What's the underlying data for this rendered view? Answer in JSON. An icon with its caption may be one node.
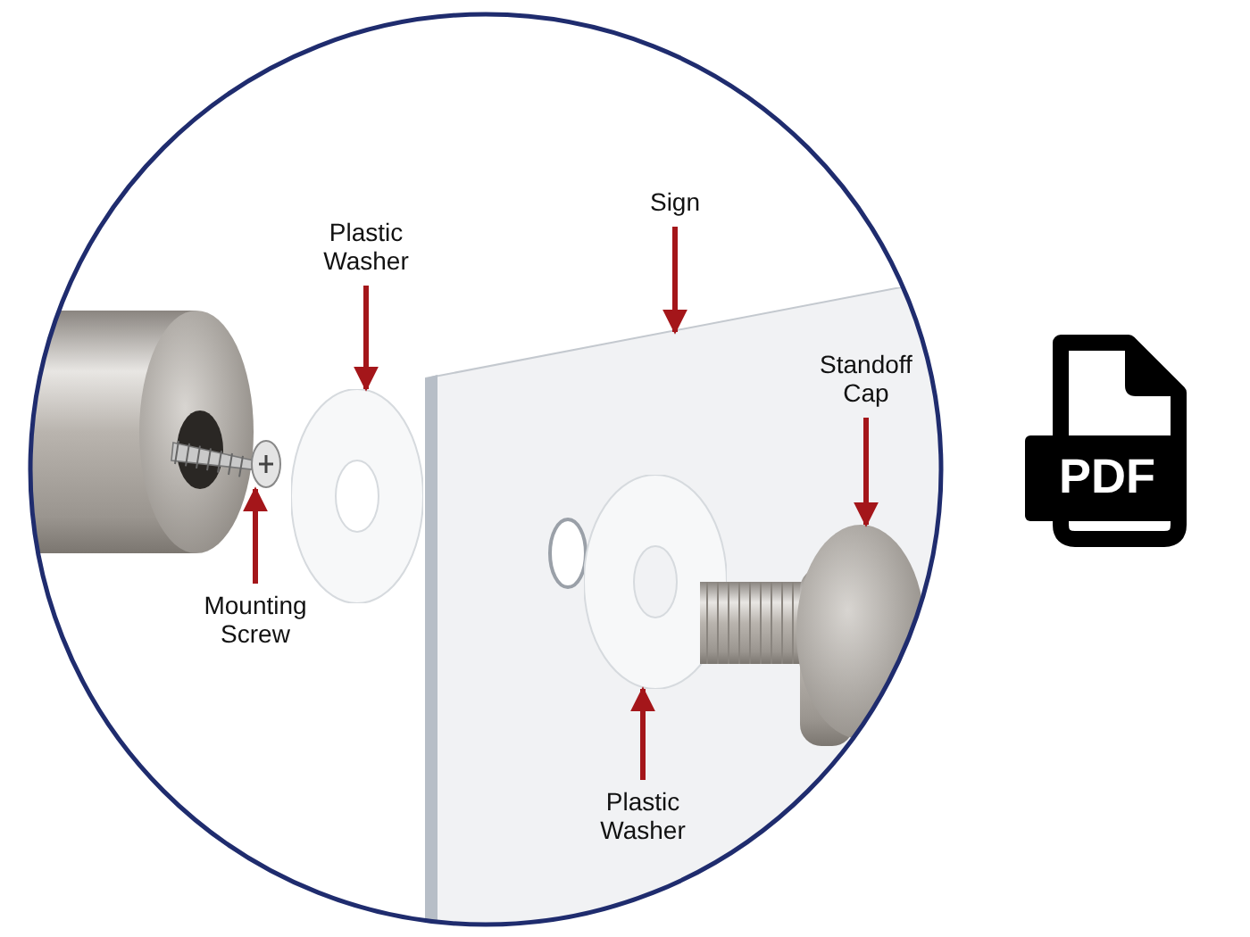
{
  "diagram": {
    "nodes": [
      {
        "text": [
          "Plastic Washer"
        ]
      },
      {
        "text": [
          "Sign"
        ]
      },
      {
        "text": [
          "Standoff Cap"
        ],
        "in": 7
      },
      {
        "text": [
          "Mounting Screw"
        ]
      },
      {
        "text": [
          "Plastic Washer"
        ],
        "in": 7
      },
      {
        "text": [],
        "shape": "picture"
      },
      {
        "text": [],
        "shape": "circle"
      },
      {
        "text": [],
        "shape": "box"
      },
      {
        "text": [],
        "shape": "circle",
        "in": 7
      },
      {
        "text": [],
        "shape": "picture",
        "in": 7
      }
    ],
    "edges": [
      {
        "from": 0,
        "to": 6,
        "arrow": "to"
      },
      {
        "from": 1,
        "to": 7,
        "arrow": "to"
      },
      {
        "from": 2,
        "to": 9,
        "arrow": "to"
      },
      {
        "from": 3,
        "to": 5,
        "arrow": "to"
      },
      {
        "from": 4,
        "to": 8,
        "arrow": "to"
      }
    ],
    "labels": [
      "PDF"
    ]
  }
}
